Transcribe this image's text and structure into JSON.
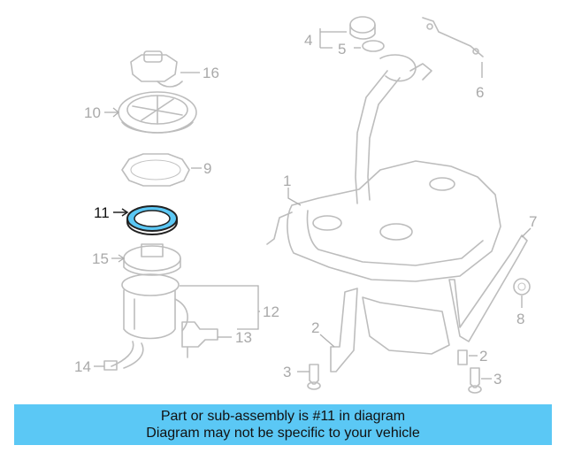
{
  "callouts": [
    {
      "number": "1"
    },
    {
      "number": "2"
    },
    {
      "number": "2"
    },
    {
      "number": "3"
    },
    {
      "number": "3"
    },
    {
      "number": "4"
    },
    {
      "number": "5"
    },
    {
      "number": "6"
    },
    {
      "number": "7"
    },
    {
      "number": "8"
    },
    {
      "number": "9"
    },
    {
      "number": "10"
    },
    {
      "number": "11",
      "highlighted": true
    },
    {
      "number": "12"
    },
    {
      "number": "13"
    },
    {
      "number": "14"
    },
    {
      "number": "15"
    },
    {
      "number": "16"
    }
  ],
  "banner": {
    "line1": "Part or sub-assembly is #11 in diagram",
    "line2": "Diagram may not be specific to your vehicle"
  },
  "colors": {
    "banner_bg": "#5bc8f5",
    "highlight_part": "#5bc8f5",
    "line_art": "#bdbdbd",
    "highlight_label": "#111111"
  }
}
